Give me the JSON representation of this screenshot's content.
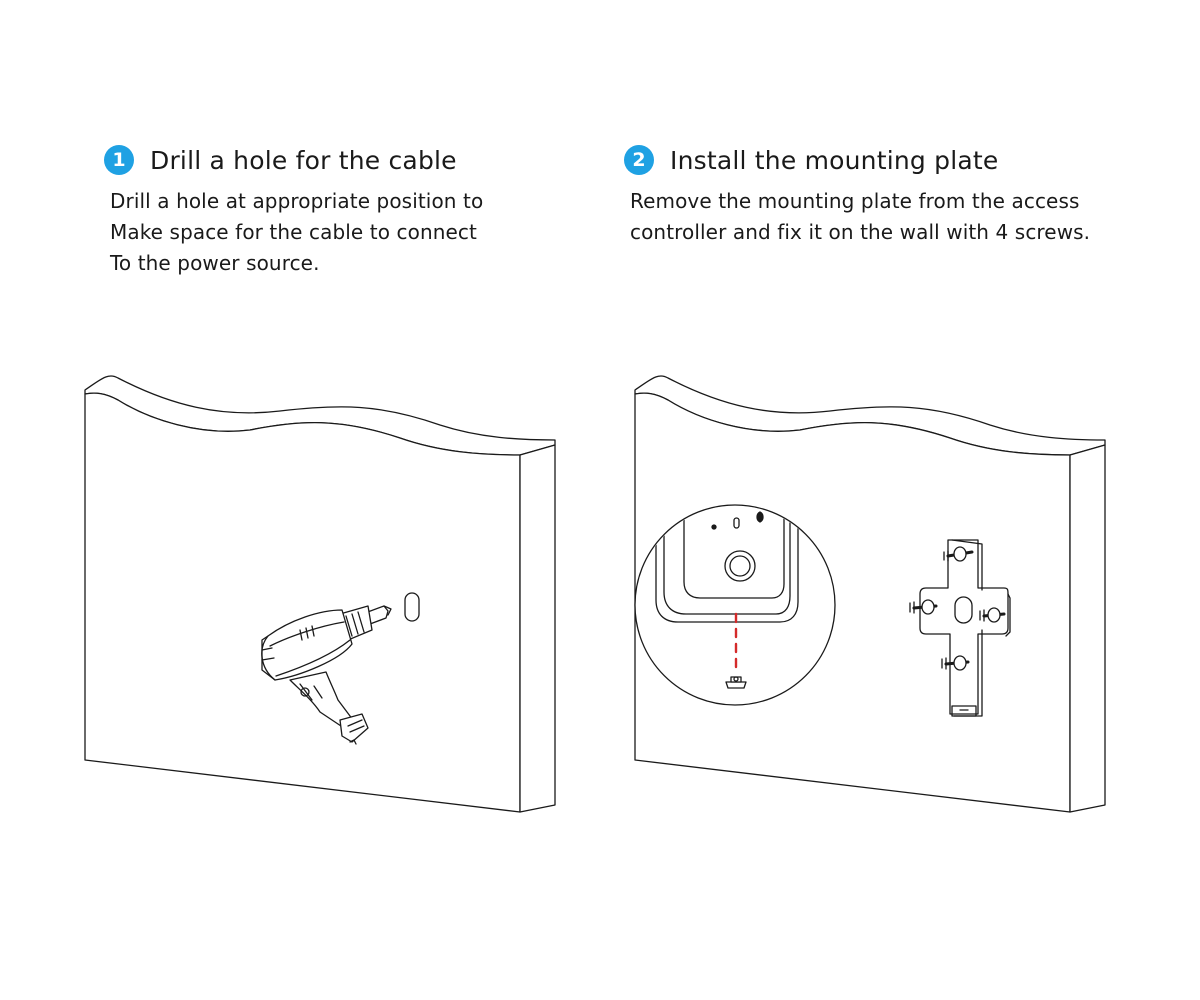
{
  "colors": {
    "badge": "#1fa1e3",
    "line": "#1a1a1a",
    "dash": "#d42a2a"
  },
  "steps": [
    {
      "number": "1",
      "title": "Drill a hole for the cable",
      "lines": [
        "Drill a hole at appropriate position to",
        "Make space for the cable to connect",
        "To the power source."
      ]
    },
    {
      "number": "2",
      "title": "Install the mounting plate",
      "lines": [
        "Remove the mounting plate from the access",
        "controller and fix it on the wall with 4 screws."
      ]
    }
  ]
}
